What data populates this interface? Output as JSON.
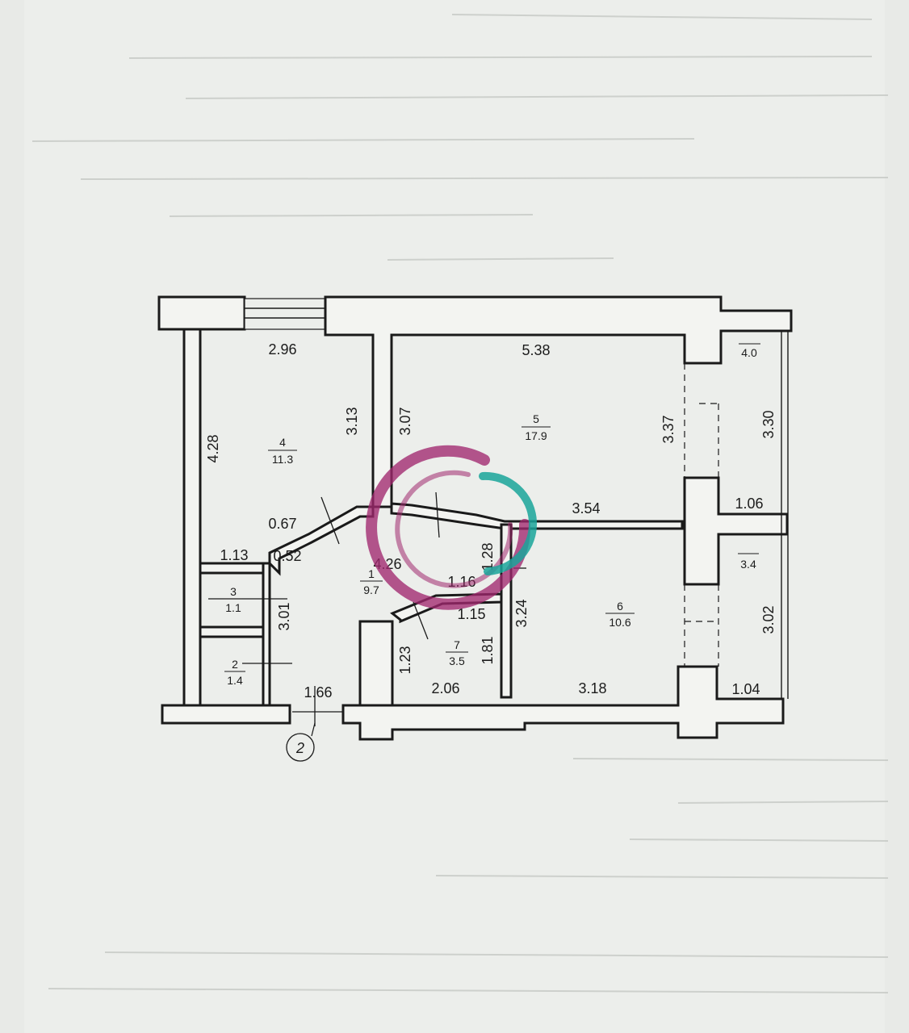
{
  "plan": {
    "rooms": [
      {
        "id": "room-1",
        "number": "1",
        "area": "9.7"
      },
      {
        "id": "room-2",
        "number": "2",
        "area": "1.4"
      },
      {
        "id": "room-3",
        "number": "3",
        "area": "1.1"
      },
      {
        "id": "room-4",
        "number": "4",
        "area": "11.3"
      },
      {
        "id": "room-5",
        "number": "5",
        "area": "17.9"
      },
      {
        "id": "room-6",
        "number": "6",
        "area": "10.6"
      },
      {
        "id": "room-7",
        "number": "7",
        "area": "3.5"
      },
      {
        "id": "balcony-top",
        "number": "",
        "area": "4.0"
      },
      {
        "id": "balcony-mid",
        "number": "",
        "area": "3.4"
      }
    ],
    "dimensions": [
      "2.96",
      "4.28",
      "3.13",
      "3.07",
      "5.38",
      "3.37",
      "3.30",
      "0.67",
      "0.52",
      "1.13",
      "4.26",
      "1.16",
      "1.28",
      "3.54",
      "1.06",
      "3.01",
      "3.24",
      "1.15",
      "1.23",
      "1.81",
      "2.06",
      "3.18",
      "1.04",
      "3.02",
      "1.66"
    ],
    "axis_marker": "2"
  },
  "colors": {
    "logo_magenta": "#a0286e",
    "logo_teal": "#1aa59a"
  }
}
